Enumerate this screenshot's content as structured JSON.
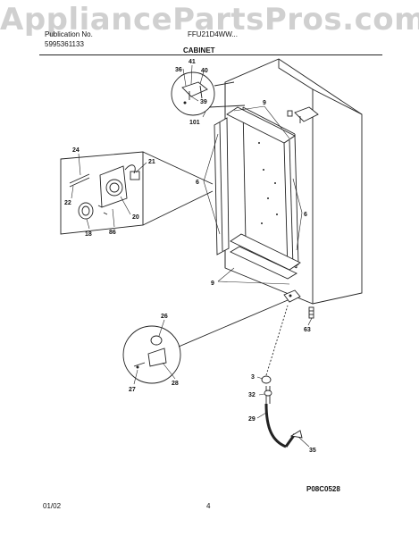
{
  "watermark": "AppliancePartsPros.com",
  "header": {
    "brand": "Publication No.",
    "model": "FFU21D4WW...",
    "pub_number": "5995361133",
    "section": "CABINET"
  },
  "callouts": {
    "c3": "3",
    "c6a": "6",
    "c6b": "6",
    "c9a": "9",
    "c9b": "9",
    "c18": "18",
    "c20": "20",
    "c21": "21",
    "c22": "22",
    "c24": "24",
    "c26": "26",
    "c27": "27",
    "c28": "28",
    "c29": "29",
    "c32": "32",
    "c35": "35",
    "c36": "36",
    "c39": "39",
    "c40": "40",
    "c41": "41",
    "c63": "63",
    "c86": "86",
    "c101": "101"
  },
  "figure_code": "P08C0528",
  "footer": {
    "date": "01/02",
    "page": "4"
  }
}
